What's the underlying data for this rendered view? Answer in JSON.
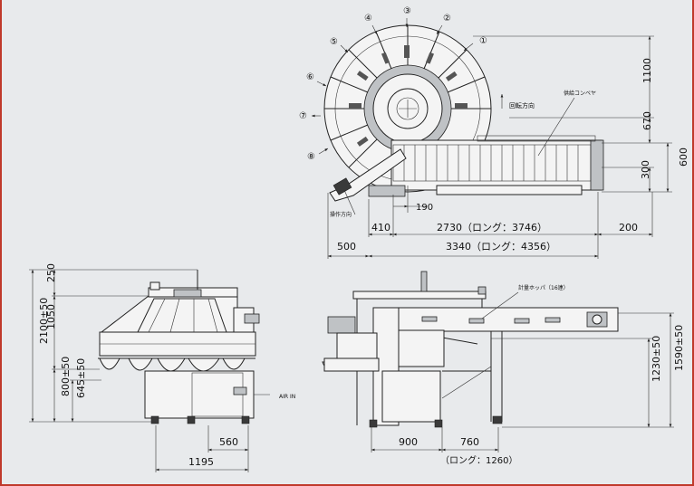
{
  "plan_view": {
    "stations": [
      "①",
      "②",
      "③",
      "④",
      "⑤",
      "⑥",
      "⑦",
      "⑧"
    ],
    "label_rotation": "回転方向",
    "label_supply_conveyor": "供給コンベヤ",
    "label_operation_direction": "操作方向",
    "dims": {
      "d1100": "1100",
      "d670": "670",
      "d600": "600",
      "d300": "300",
      "d190": "190",
      "d410": "410",
      "d2730": "2730（ロング：3746）",
      "d200": "200",
      "d500": "500",
      "d3340": "3340（ロング：4356）"
    }
  },
  "side_view": {
    "label_air_in": "AIR IN",
    "dims": {
      "d250": "250",
      "d1050": "1050",
      "d2100": "2100±50",
      "d800": "800±50",
      "d645": "645±50",
      "d560": "560",
      "d1195": "1195"
    }
  },
  "front_view": {
    "label_hopper": "計量ホッパ（16連）",
    "dims": {
      "d1590": "1590±50",
      "d1230": "1230±50",
      "d900": "900",
      "d760": "760",
      "d1260": "（ロング：1260）"
    }
  }
}
